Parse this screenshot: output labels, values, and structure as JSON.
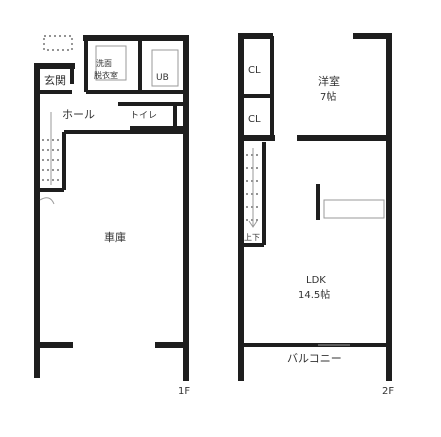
{
  "plans": [
    {
      "floor_label": "1F",
      "rooms": {
        "entrance": "玄関",
        "washroom_line1": "洗面",
        "washroom_line2": "脱衣室",
        "unit_bath": "UB",
        "hall": "ホール",
        "toilet": "トイレ",
        "main_room": "車庫"
      }
    },
    {
      "floor_label": "2F",
      "rooms": {
        "closet_upper": "CL",
        "closet_lower": "CL",
        "western_room_line1": "洋室",
        "western_room_line2": "7帖",
        "stairs_label": "上下",
        "ldk_line1": "LDK",
        "ldk_line2": "14.5帖",
        "balcony": "バルコニー"
      }
    }
  ]
}
